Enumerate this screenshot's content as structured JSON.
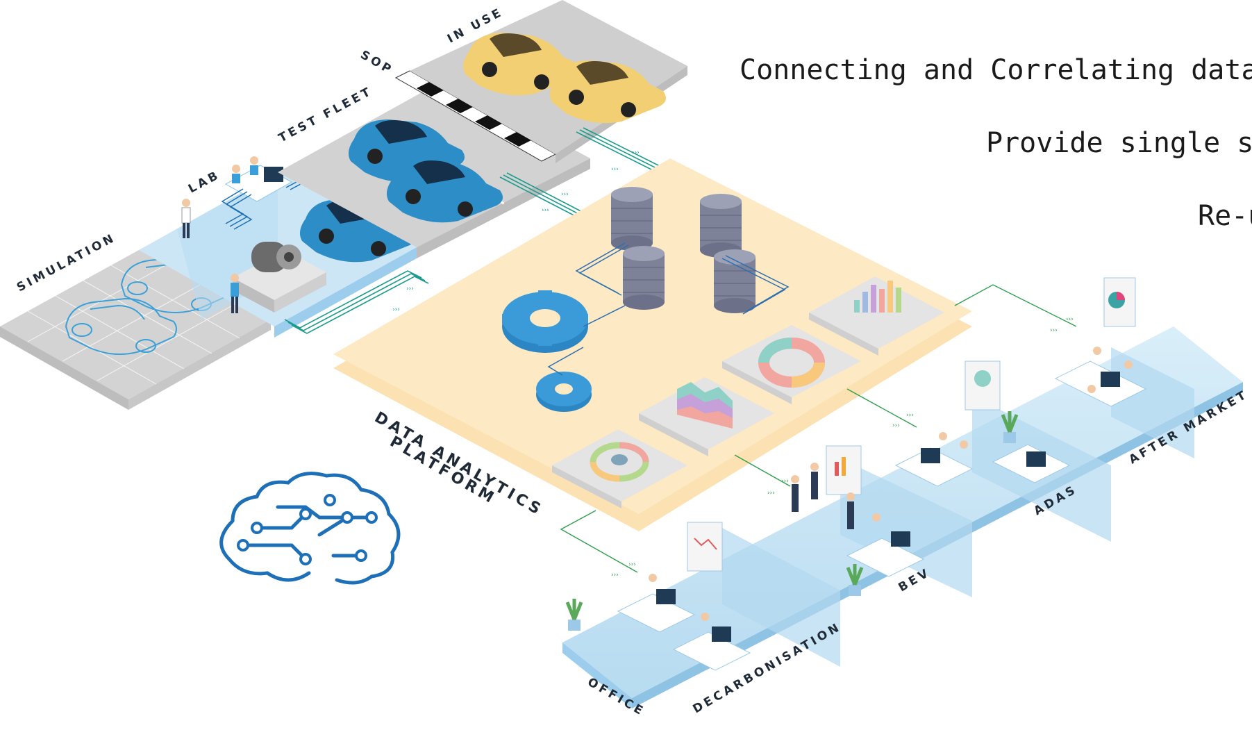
{
  "stages": {
    "simulation": "SIMULATION",
    "lab": "LAB",
    "test_fleet": "TEST FLEET",
    "sop": "SOP",
    "in_use": "IN USE"
  },
  "platform": {
    "line1": "DATA ANALYTICS",
    "line2": "PLATFORM"
  },
  "departments": {
    "office": "OFFICE",
    "decarbonisation": "DECARBONISATION",
    "bev": "BEV",
    "adas": "ADAS",
    "after_market": "AFTER MARKET"
  },
  "headlines": [
    "Connecting and Correlating data ac",
    "Provide single sou",
    "Re-u"
  ],
  "colors": {
    "platform": "#fde9c4",
    "gear": "#2e86c1",
    "database": "#7d8299",
    "glass": "#cfe7f6",
    "car": "#2d8ec7",
    "car_yellow": "#f2cf73",
    "brain": "#1d6fb8",
    "connector_teal": "#1a9b8c",
    "connector_green": "#2f9e4c"
  }
}
